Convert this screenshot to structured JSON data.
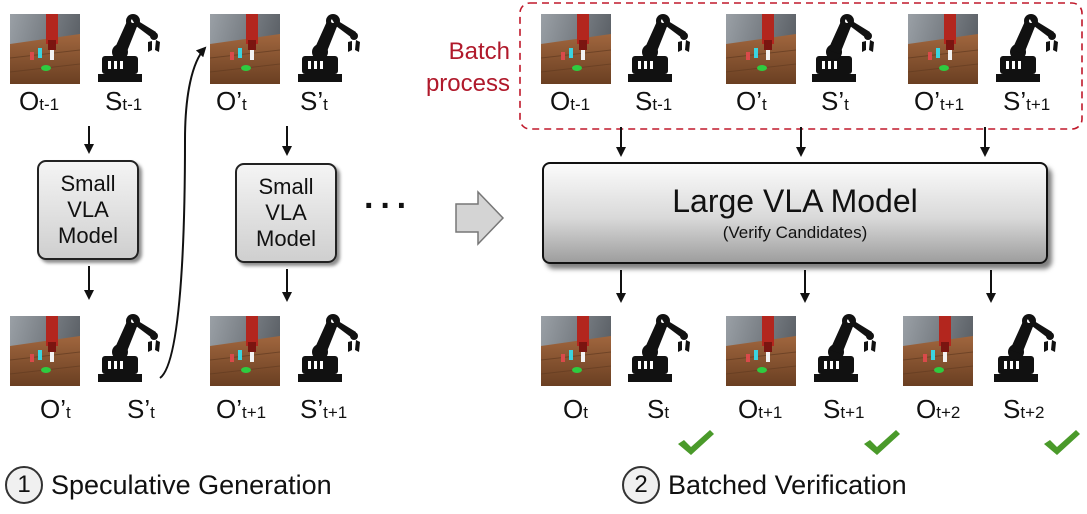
{
  "left_panel": {
    "top_row": [
      {
        "obs": "O",
        "obs_sub": "t-1",
        "state": "S",
        "state_sub": "t-1"
      },
      {
        "obs": "O’",
        "obs_sub": "t",
        "state": "S’",
        "state_sub": "t"
      }
    ],
    "model_lines": [
      "Small",
      "VLA",
      "Model"
    ],
    "bottom_row": [
      {
        "obs": "O’",
        "obs_sub": "t",
        "state": "S’",
        "state_sub": "t"
      },
      {
        "obs": "O’",
        "obs_sub": "t+1",
        "state": "S’",
        "state_sub": "t+1"
      }
    ],
    "ellipsis": "···",
    "step_number": "1",
    "step_label": "Speculative Generation"
  },
  "right_panel": {
    "batch_label_line1": "Batch",
    "batch_label_line2": "process",
    "inputs": [
      {
        "obs": "O",
        "obs_sub": "t-1",
        "state": "S",
        "state_sub": "t-1"
      },
      {
        "obs": "O’",
        "obs_sub": "t",
        "state": "S’",
        "state_sub": "t"
      },
      {
        "obs": "O’",
        "obs_sub": "t+1",
        "state": "S’",
        "state_sub": "t+1"
      }
    ],
    "model_title": "Large VLA Model",
    "model_subtitle": "(Verify Candidates)",
    "outputs": [
      {
        "obs": "O",
        "obs_sub": "t",
        "state": "S",
        "state_sub": "t"
      },
      {
        "obs": "O",
        "obs_sub": "t+1",
        "state": "S",
        "state_sub": "t+1"
      },
      {
        "obs": "O",
        "obs_sub": "t+2",
        "state": "S",
        "state_sub": "t+2"
      }
    ],
    "step_number": "2",
    "step_label": "Batched Verification"
  },
  "colors": {
    "batch_border": "#c0192b",
    "check": "#4a9a2a",
    "arrow": "#111111"
  },
  "icons": [
    "robot-arm-icon",
    "camera-observation-thumbnail",
    "check-icon",
    "right-block-arrow-icon"
  ]
}
